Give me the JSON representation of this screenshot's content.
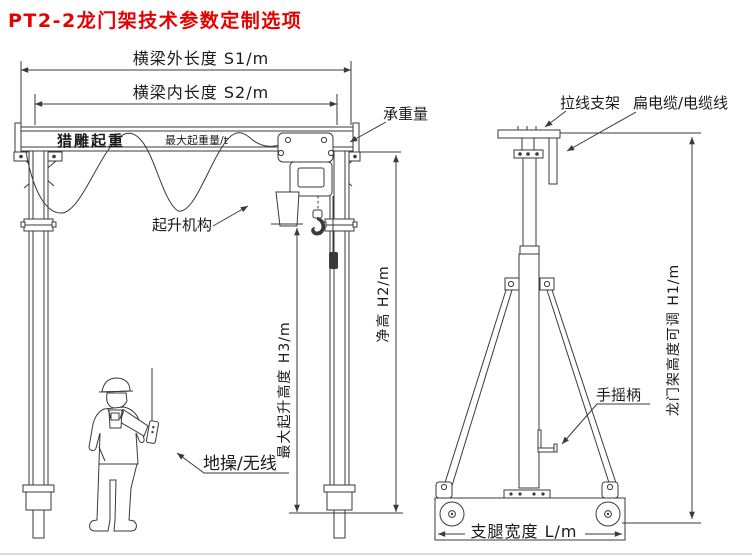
{
  "title": "PT2-2龙门架技术参数定制选项",
  "colors": {
    "title_red": "#e60000",
    "line": "#3a3a3a",
    "ink": "#1a1a1a"
  },
  "labels": {
    "beam_outer_length": "横梁外长度 S1/m",
    "beam_inner_length": "横梁内长度 S2/m",
    "load_capacity": "承重量",
    "brand": "猎雕起重",
    "max_lift_weight": "最大起重量/t",
    "hoist_mechanism": "起升机构",
    "max_lift_height": "最大起升高度 H3/m",
    "clear_height": "净高 H2/m",
    "pull_wire_bracket": "拉线支架",
    "flat_cable": "扁电缆/电缆线",
    "adjustable_height": "龙门架高度可调 H1/m",
    "hand_crank": "手摇柄",
    "ground_control": "地操/无线",
    "leg_width": "支腿宽度 L/m"
  }
}
